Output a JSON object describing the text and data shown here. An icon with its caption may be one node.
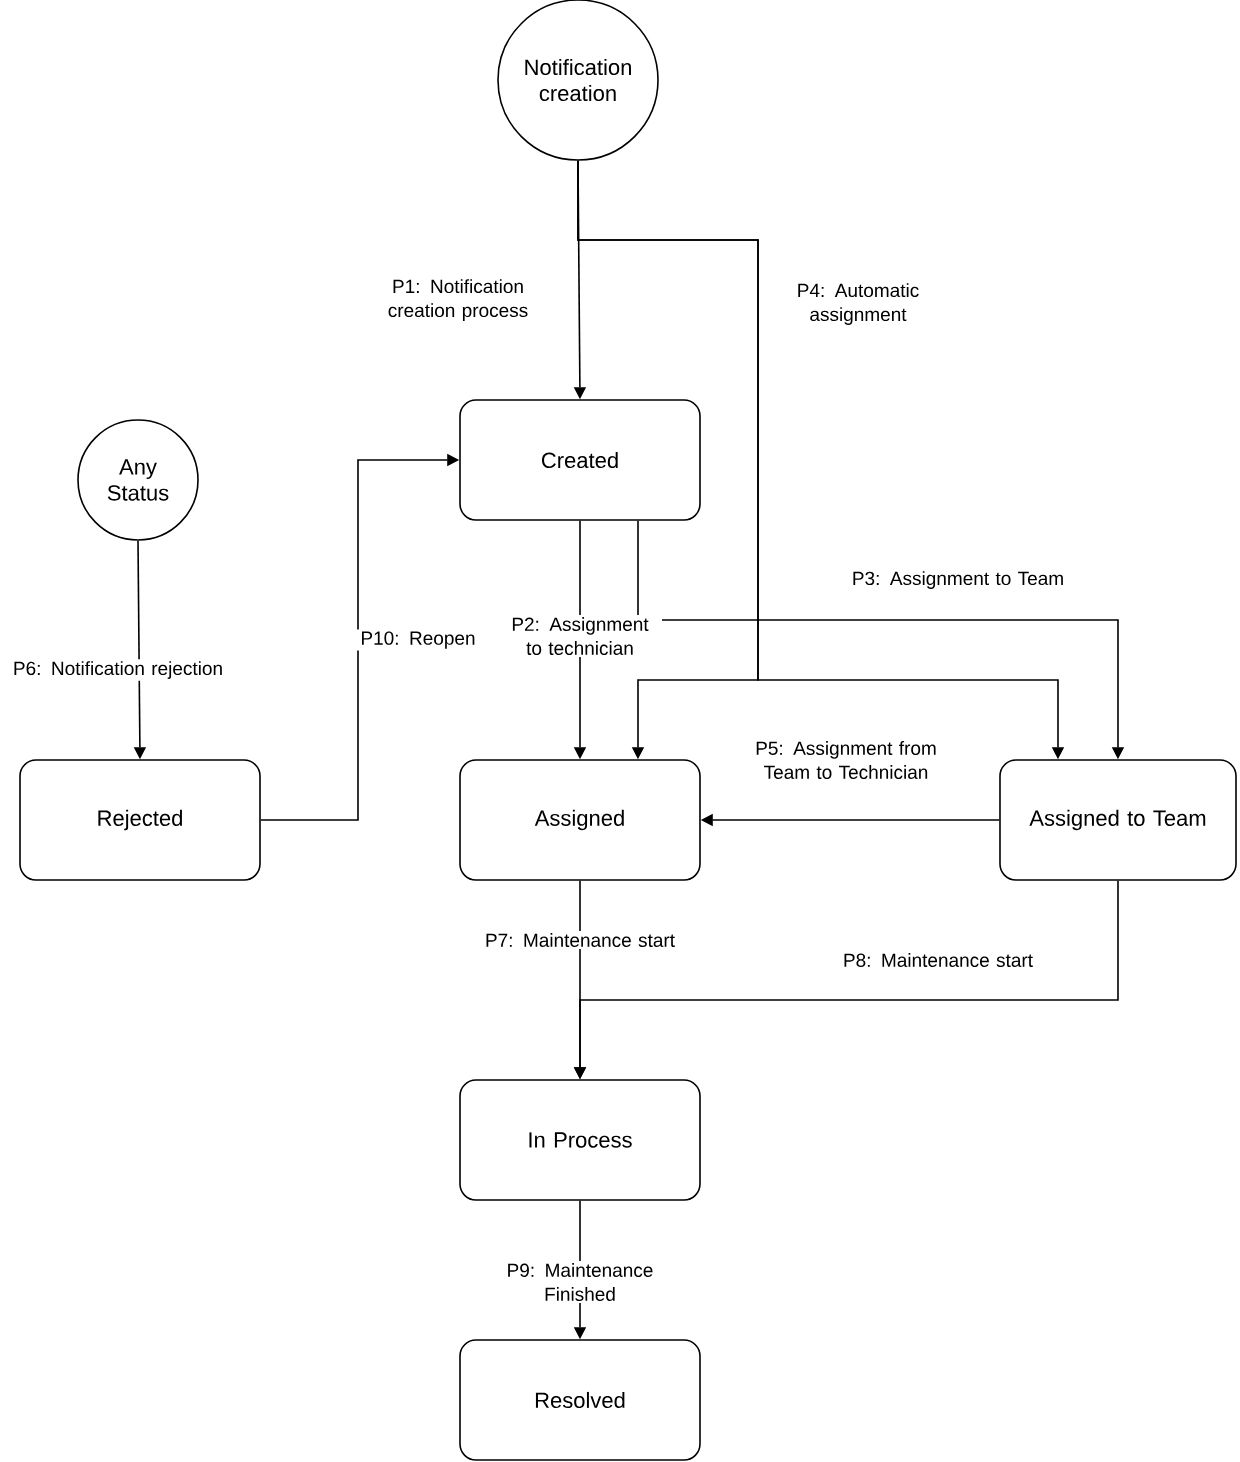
{
  "diagram": {
    "nodes": [
      {
        "text": [
          "Notification creation"
        ]
      },
      {
        "text": [
          "Any Status"
        ]
      },
      {
        "text": [
          "Created"
        ]
      },
      {
        "text": [
          "Rejected"
        ]
      },
      {
        "text": [
          "Assigned"
        ]
      },
      {
        "text": [
          "Assigned to Team"
        ]
      },
      {
        "text": [
          "In Process"
        ]
      },
      {
        "text": [
          "Resolved"
        ]
      }
    ],
    "edges": [
      {
        "from": 0,
        "to": 2,
        "arrow": "to",
        "label": "P1: Notification creation process"
      },
      {
        "from": 0,
        "to": 4,
        "arrow": "to",
        "label": "P4: Automatic assignment"
      },
      {
        "from": 0,
        "to": 5,
        "arrow": "to"
      },
      {
        "from": 2,
        "to": 4,
        "arrow": "to",
        "label": "P2: Assignment to technician"
      },
      {
        "from": 2,
        "to": 5,
        "arrow": "to",
        "label": "P3: Assignment to Team"
      },
      {
        "from": 5,
        "to": 4,
        "arrow": "to",
        "label": "P5: Assignment from Team to Technician"
      },
      {
        "from": 1,
        "to": 3,
        "arrow": "to",
        "label": "P6: Notification rejection"
      },
      {
        "from": 3,
        "to": 2,
        "arrow": "to",
        "label": "P10: Reopen"
      },
      {
        "from": 4,
        "to": 6,
        "arrow": "to",
        "label": "P7: Maintenance start"
      },
      {
        "from": 5,
        "to": 6,
        "arrow": "to",
        "label": "P8: Maintenance start"
      },
      {
        "from": 6,
        "to": 7,
        "arrow": "to",
        "label": "P9: Maintenance Finished"
      }
    ]
  }
}
